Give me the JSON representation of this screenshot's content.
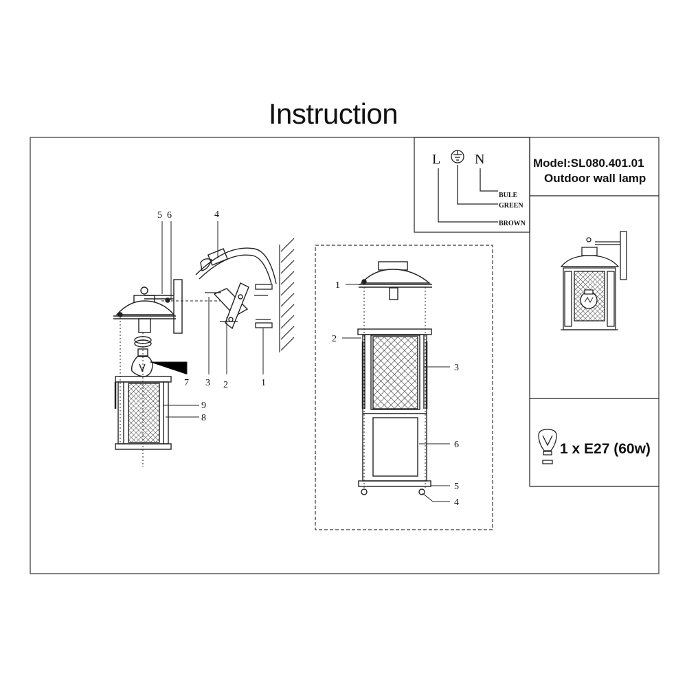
{
  "title": "Instruction",
  "model": "Model:SL080.401.01",
  "product": "Outdoor wall lamp",
  "bulb": "1 x E27 (60w)",
  "wiring": {
    "terminals": [
      "L",
      "N"
    ],
    "wires": [
      "BULE",
      "GREEN",
      "BROWN"
    ]
  },
  "left_view_labels": [
    "5",
    "6",
    "4",
    "7",
    "3",
    "2",
    "1",
    "9",
    "8"
  ],
  "exploded_view_labels": [
    "1",
    "2",
    "3",
    "6",
    "5",
    "4"
  ]
}
